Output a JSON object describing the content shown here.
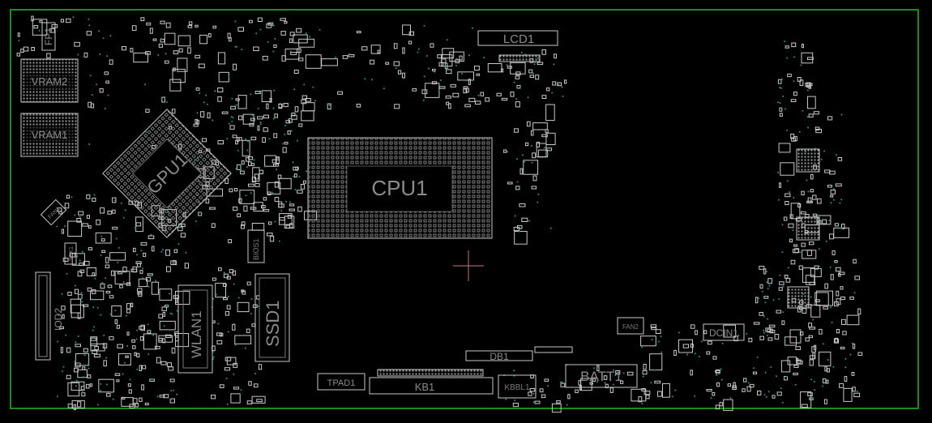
{
  "components": {
    "fp1": "FP1",
    "vram2": "VRAM2",
    "vram1": "VRAM1",
    "gpu1": "GPU1",
    "cpu1": "CPU1",
    "lcd1": "LCD1",
    "fan1": "FAN1",
    "spk1": "SPK1",
    "io2": "IOD2",
    "wlan1": "WLAN1",
    "ssd1": "SSD1",
    "bios1": "BIOS1",
    "tpad1": "TPAD1",
    "kb1": "KB1",
    "db1": "DB1",
    "kbbl1": "KBBL1",
    "batt1": "BATT1",
    "fan2": "FAN2",
    "dcin1": "DCIN1"
  },
  "colors": {
    "background": "#000000",
    "board_outline": "#1f8a1f",
    "silkscreen": "#c8c8c8",
    "via": "#2f8f8f",
    "crosshair": "#c87878"
  }
}
